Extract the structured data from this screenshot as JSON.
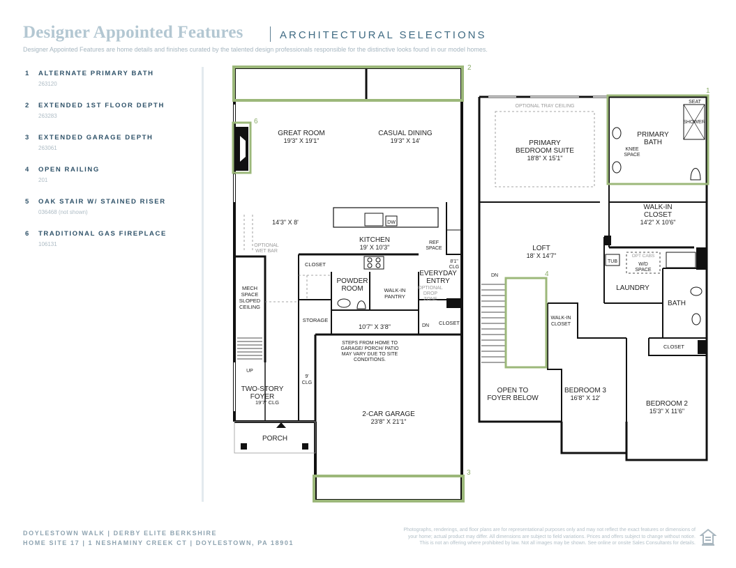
{
  "header": {
    "title": "Designer Appointed Features",
    "subtitle": "ARCHITECTURAL SELECTIONS",
    "intro": "Designer Appointed Features are home details and finishes curated by the talented design professionals responsible for the distinctive looks found in our model homes."
  },
  "features": [
    {
      "num": "1",
      "name": "ALTERNATE PRIMARY BATH",
      "code": "263120"
    },
    {
      "num": "2",
      "name": "EXTENDED 1ST FLOOR DEPTH",
      "code": "263283"
    },
    {
      "num": "3",
      "name": "EXTENDED GARAGE DEPTH",
      "code": "263061"
    },
    {
      "num": "4",
      "name": "OPEN RAILING",
      "code": "201"
    },
    {
      "num": "5",
      "name": "OAK STAIR W/ STAINED RISER",
      "code": "036468 (not shown)"
    },
    {
      "num": "6",
      "name": "TRADITIONAL GAS FIREPLACE",
      "code": "106131"
    }
  ],
  "plan": {
    "markers": {
      "m1": "1",
      "m2": "2",
      "m3": "3",
      "m4": "4",
      "m6": "6"
    },
    "first_floor": {
      "great_room": "GREAT ROOM",
      "great_room_dim": "19'3\" X 19'1\"",
      "casual_dining": "CASUAL DINING",
      "casual_dining_dim": "19'3\" X 14'",
      "flex_dim": "14'3\" X 8'",
      "optional_wet_bar_1": "OPTIONAL",
      "optional_wet_bar_2": "WET BAR",
      "kitchen": "KITCHEN",
      "kitchen_dim": "19' X 10'3\"",
      "dw": "DW",
      "ref_space_1": "REF",
      "ref_space_2": "SPACE",
      "closet_a": "CLOSET",
      "powder_room_1": "POWDER",
      "powder_room_2": "ROOM",
      "walkin_pantry_1": "WALK-IN",
      "walkin_pantry_2": "PANTRY",
      "everyday_entry_1": "EVERYDAY",
      "everyday_entry_2": "ENTRY",
      "clg_8_1": "8'1\"",
      "clg_8_2": "CLG",
      "drop_zone_1": "OPTIONAL",
      "drop_zone_2": "DROP",
      "drop_zone_3": "ZONE",
      "mech_1": "MECH",
      "mech_2": "SPACE",
      "mech_3": "SLOPED",
      "mech_4": "CEILING",
      "storage": "STORAGE",
      "hall_dim": "10'7\" X 3'8\"",
      "dn_1": "DN",
      "closet_b": "CLOSET",
      "steps_1": "STEPS FROM HOME TO",
      "steps_2": "GARAGE/ PORCH/ PATIO",
      "steps_3": "MAY VARY DUE TO SITE",
      "steps_4": "CONDITIONS.",
      "up": "UP",
      "clg_9_1": "9'",
      "clg_9_2": "CLG",
      "foyer_1": "TWO-STORY",
      "foyer_2": "FOYER",
      "foyer_3": "19'7\" CLG",
      "garage": "2-CAR GARAGE",
      "garage_dim": "23'8\" X 21'1\"",
      "porch": "PORCH"
    },
    "second_floor": {
      "tray": "OPTIONAL TRAY CEILING",
      "primary_suite_1": "PRIMARY",
      "primary_suite_2": "BEDROOM SUITE",
      "primary_suite_dim": "18'8\" X 15'1\"",
      "primary_bath_1": "PRIMARY",
      "primary_bath_2": "BATH",
      "seat": "SEAT",
      "shower": "SHOWER",
      "knee_1": "KNEE",
      "knee_2": "SPACE",
      "walkin_closet_1": "WALK-IN",
      "walkin_closet_2": "CLOSET",
      "walkin_closet_dim": "14'2\" X 10'6\"",
      "tub": "TUB",
      "wd_1": "OPT CABS",
      "wd_2": "W/D",
      "wd_3": "SPACE",
      "laundry": "LAUNDRY",
      "loft": "LOFT",
      "loft_dim": "18' X 14'7\"",
      "dn_2": "DN",
      "walkin_closet3_1": "WALK-IN",
      "walkin_closet3_2": "CLOSET",
      "bath": "BATH",
      "closet_c": "CLOSET",
      "open_foyer_1": "OPEN TO",
      "open_foyer_2": "FOYER BELOW",
      "bedroom3": "BEDROOM 3",
      "bedroom3_dim": "16'8\" X 12'",
      "bedroom2": "BEDROOM 2",
      "bedroom2_dim": "15'3\" X 11'6\""
    }
  },
  "footer": {
    "line1": "DOYLESTOWN WALK  |  DERBY ELITE BERKSHIRE",
    "line2": "HOME SITE 17  |  1 NESHAMINY CREEK CT  |  DOYLESTOWN, PA 18901",
    "disclaimer_1": "Photographs, renderings, and floor plans are for representational purposes only and may not reflect the exact features or dimensions of",
    "disclaimer_2": "your home; actual product may differ. All dimensions are subject to field variations. Prices and offers subject to change without notice.",
    "disclaimer_3": "This is not an offering where prohibited by law. Not all images may be shown. See online or onsite Sales Consultants for details."
  },
  "colors": {
    "accent": "#9cb87a",
    "title": "#b3c7d2",
    "subtitle": "#3f6a82",
    "features": "#2f5269"
  },
  "icons": [
    "equal-housing-opportunity-icon"
  ]
}
